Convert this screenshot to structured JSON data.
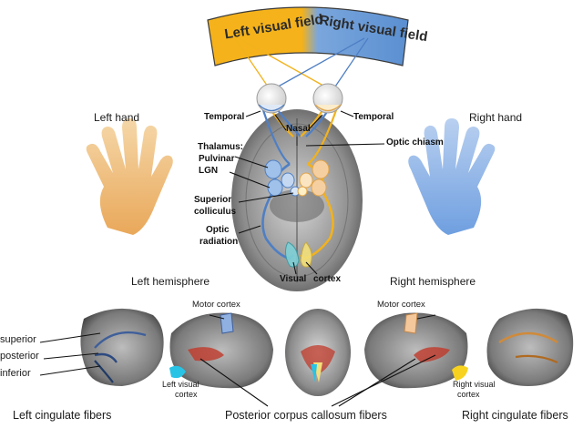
{
  "visual_field": {
    "left": "Left visual field",
    "right": "Right visual field",
    "left_color": "#f5b21a",
    "right_color": "#5a8fd1"
  },
  "hands": {
    "left": "Left hand",
    "right": "Right hand"
  },
  "axial_labels": {
    "temporal_left": "Temporal",
    "temporal_right": "Temporal",
    "nasal": "Nasal",
    "optic_chiasm": "Optic chiasm",
    "thalamus": "Thalamus:",
    "pulvinar": "Pulvinar",
    "lgn": "LGN",
    "superior": "Superior",
    "colliculus": "colliculus",
    "optic": "Optic",
    "radiation": "radiation",
    "visual": "Visual",
    "cortex": "cortex"
  },
  "hemispheres": {
    "left": "Left hemisphere",
    "right": "Right hemisphere"
  },
  "bottom": {
    "superior": "superior",
    "posterior": "posterior",
    "inferior": "inferior",
    "motor_cortex_left": "Motor  cortex",
    "motor_cortex_right": "Motor  cortex",
    "left_visual_1": "Left visual",
    "left_visual_2": "cortex",
    "right_visual_1": "Right visual",
    "right_visual_2": "cortex",
    "left_caption": "Left cingulate fibers",
    "middle_caption": "Posterior corpus callosum fibers",
    "right_caption": "Right cingulate fibers"
  },
  "colors": {
    "left_pathway": "#f2b21c",
    "right_pathway": "#4f7fc4",
    "brain_gray": "#8a8a8a",
    "red_fibers": "#c0392b"
  }
}
